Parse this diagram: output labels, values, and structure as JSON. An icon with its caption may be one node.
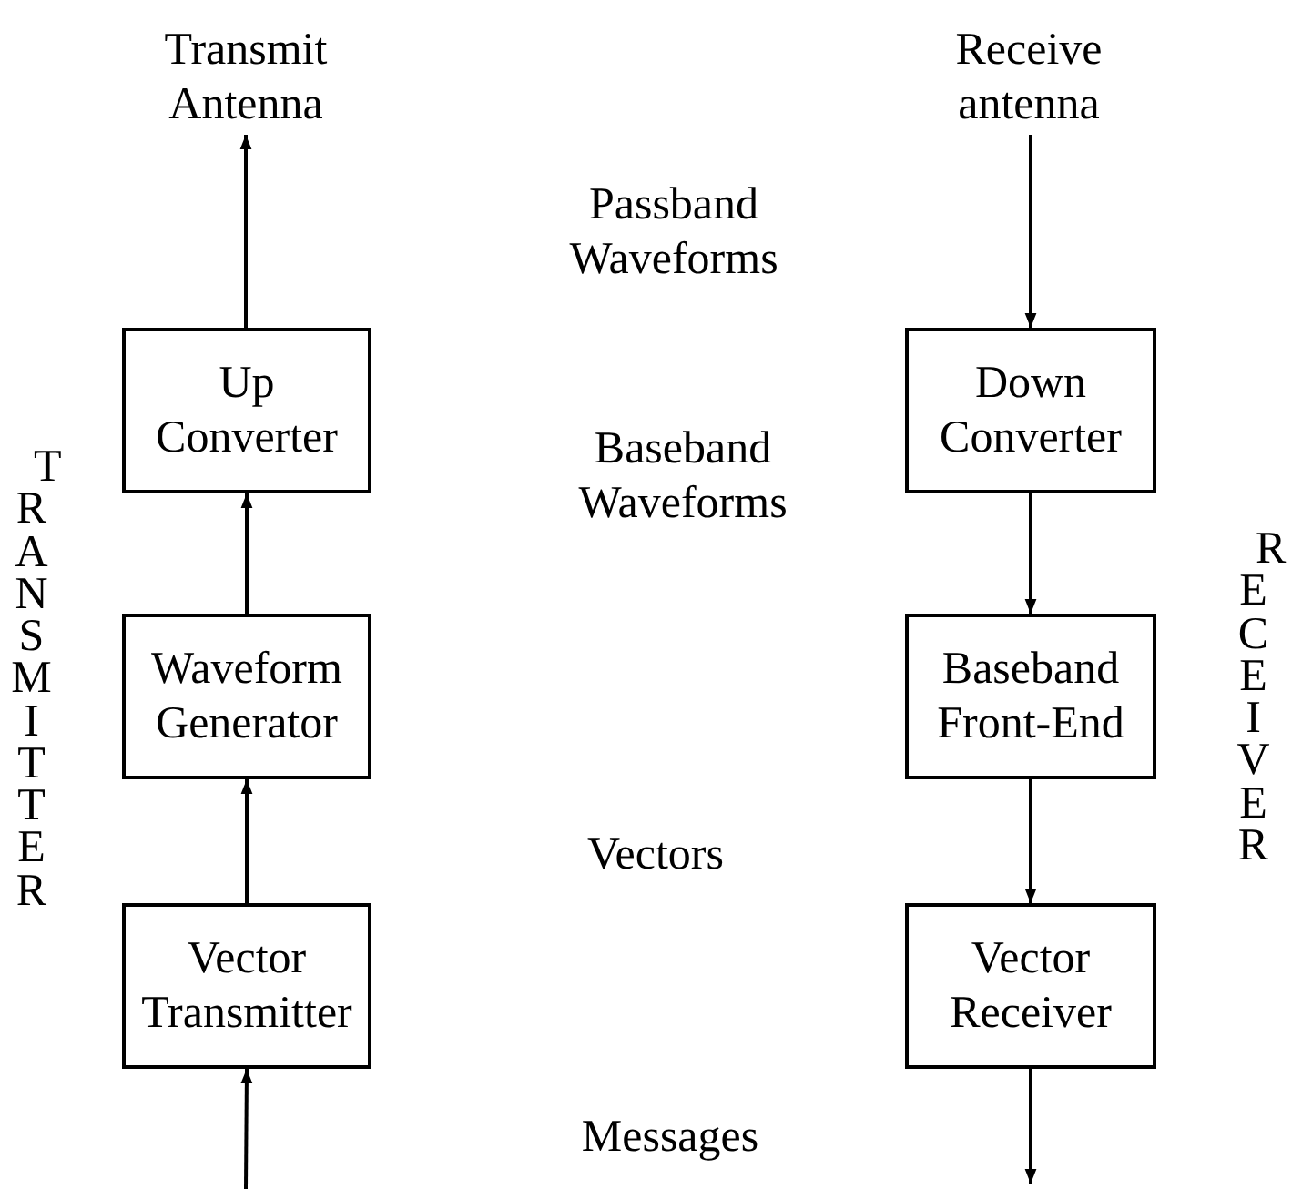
{
  "diagram": {
    "nodes": [
      {
        "text": [
          "Transmit Antenna"
        ]
      },
      {
        "text": [
          "Receive antenna"
        ]
      },
      {
        "text": [
          "Up Converter"
        ]
      },
      {
        "text": [
          "Down Converter"
        ]
      },
      {
        "text": [
          "Waveform Generator"
        ]
      },
      {
        "text": [
          "Baseband Front-End"
        ]
      },
      {
        "text": [
          "Vector Transmitter"
        ]
      },
      {
        "text": [
          "Vector Receiver"
        ]
      }
    ],
    "edges": [
      {
        "from": 2,
        "to": 0,
        "arrow": "to"
      },
      {
        "from": 1,
        "to": 3,
        "arrow": "to"
      },
      {
        "from": 4,
        "to": 2,
        "arrow": "to"
      },
      {
        "from": 3,
        "to": 5,
        "arrow": "to"
      },
      {
        "from": 6,
        "to": 4,
        "arrow": "to"
      },
      {
        "from": 5,
        "to": 7,
        "arrow": "to"
      },
      {
        "from": null,
        "to": 6,
        "arrow": "to"
      },
      {
        "from": 7,
        "to": null,
        "arrow": "to"
      }
    ],
    "labels": [
      "Passband Waveforms",
      "Baseband Waveforms",
      "Vectors",
      "Messages",
      "TRANSMITTER",
      "RECEIVER"
    ]
  }
}
